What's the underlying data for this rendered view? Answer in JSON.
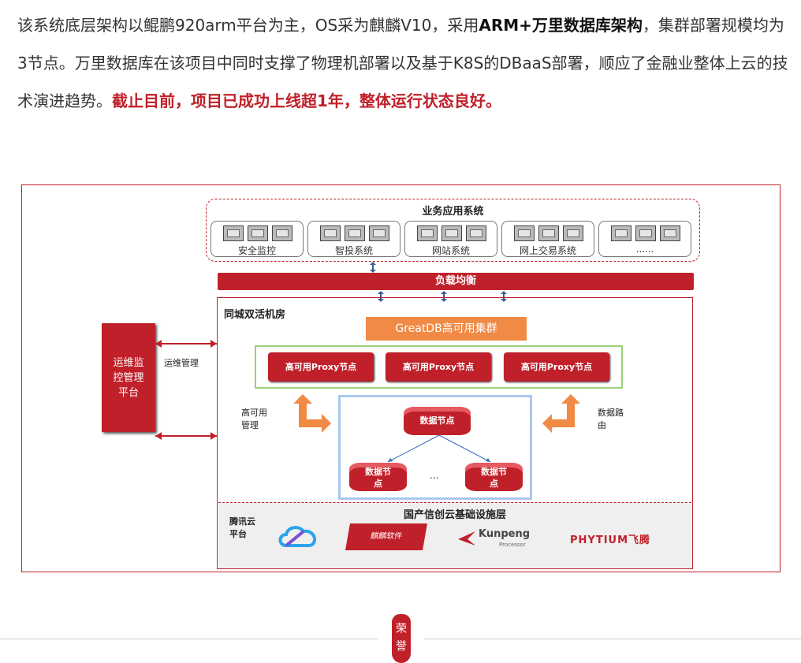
{
  "paragraph": {
    "part1": "该系统底层架构以鲲鹏920arm平台为主，OS采为麒麟V10，采用",
    "bold": "ARM+万里数据库架构",
    "part2": "，集群部署规模均为3节点。万里数据库在该项目中同时支撑了物理机部署以及基于K8S的DBaaS部署，顺应了金融业整体上云的技术演进趋势。",
    "highlight": "截止目前，项目已成功上线超1年，整体运行状态良好。"
  },
  "diagram": {
    "apps_title": "业务应用系统",
    "apps": [
      "安全监控",
      "智投系统",
      "网站系统",
      "网上交易系统",
      "......"
    ],
    "load_balancer": "负载均衡",
    "datacenter_title": "同城双活机房",
    "cluster_title": "GreatDB高可用集群",
    "proxy_nodes": [
      "高可用Proxy节点",
      "高可用Proxy节点",
      "高可用Proxy节点"
    ],
    "ha_label": "高可用\n管理",
    "routing_label": "数据路\n由",
    "data_node_main": "数据节点",
    "data_node_a": "数据节\n点",
    "data_node_b": "数据节\n点",
    "ellipsis": "...",
    "ops_platform": "运维监控管理平台",
    "ops_link_label": "运维管理",
    "infra_title": "国产信创云基础设施层",
    "cloud_label": "腾讯云\n平台",
    "logo_kylin": "麒麟软件",
    "logo_kunpeng": "Kunpeng",
    "logo_kunpeng_sub": "Processor",
    "logo_phytium": "PHYTIUM飞腾"
  },
  "footer": {
    "seal_text": "荣誉"
  },
  "colors": {
    "accent": "#c0202a",
    "orange": "#f08a45",
    "green": "#9cd17a",
    "blue": "#aac7ef"
  }
}
